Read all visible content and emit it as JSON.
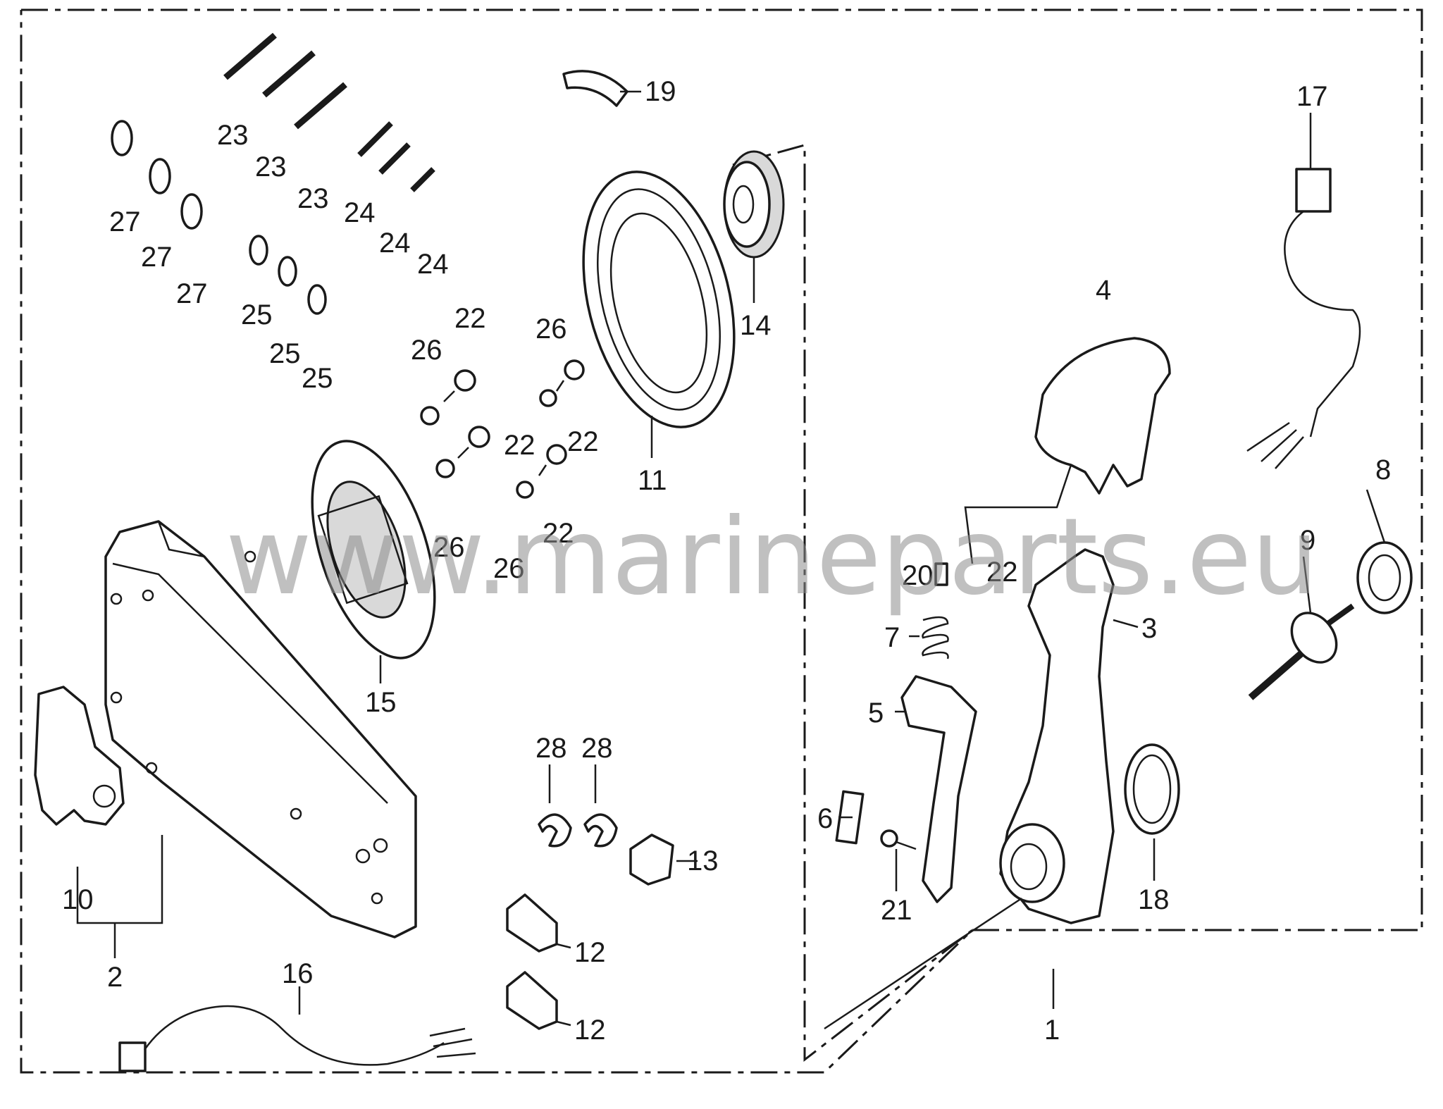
{
  "watermark": "www.marineparts.eu",
  "callouts": {
    "c1": "1",
    "c2": "2",
    "c3": "3",
    "c4": "4",
    "c5": "5",
    "c6": "6",
    "c7": "7",
    "c8": "8",
    "c9": "9",
    "c10": "10",
    "c11": "11",
    "c12a": "12",
    "c12b": "12",
    "c13": "13",
    "c14": "14",
    "c15": "15",
    "c16": "16",
    "c17": "17",
    "c18": "18",
    "c19": "19",
    "c20": "20",
    "c21": "21",
    "c22a": "22",
    "c22b": "22",
    "c22c": "22",
    "c22d": "22",
    "c22e": "22",
    "c23a": "23",
    "c23b": "23",
    "c23c": "23",
    "c24a": "24",
    "c24b": "24",
    "c24c": "24",
    "c25a": "25",
    "c25b": "25",
    "c25c": "25",
    "c26a": "26",
    "c26b": "26",
    "c26c": "26",
    "c26d": "26",
    "c27a": "27",
    "c27b": "27",
    "c27c": "27",
    "c28a": "28",
    "c28b": "28"
  }
}
